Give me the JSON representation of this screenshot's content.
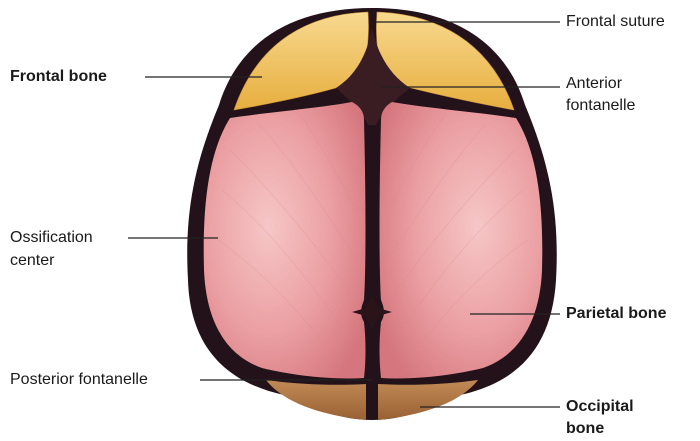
{
  "labels": {
    "frontal_suture": "Frontal suture",
    "frontal_bone": "Frontal bone",
    "anterior_fontanelle_1": "Anterior",
    "anterior_fontanelle_2": "fontanelle",
    "ossification_center_1": "Ossification",
    "ossification_center_2": "center",
    "parietal_bone": "Parietal bone",
    "posterior_fontanelle": "Posterior fontanelle",
    "occipital_bone_1": "Occipital",
    "occipital_bone_2": "bone"
  },
  "colors": {
    "frontal_bone": "#f3c45e",
    "parietal_bone": "#e98c92",
    "occipital_bone": "#b57a45",
    "fontanelle": "#3a1d22",
    "suture": "#1e1014",
    "leader_line": "#222222"
  }
}
